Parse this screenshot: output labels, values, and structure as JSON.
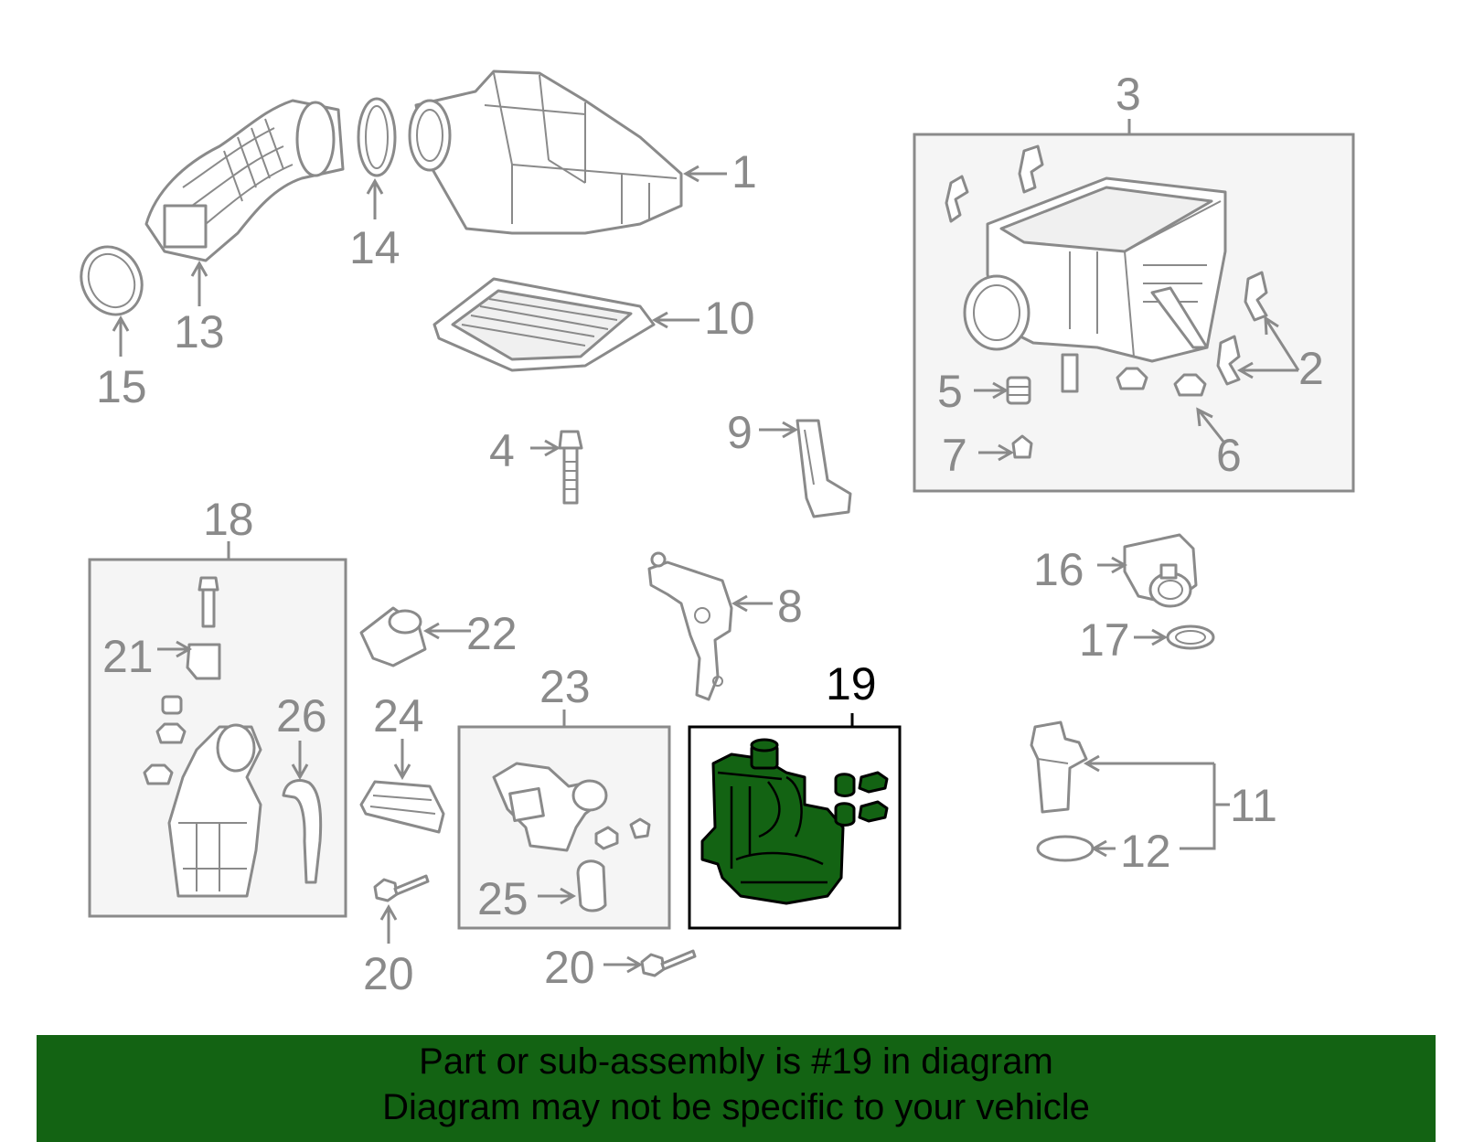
{
  "highlight_color": "#136313",
  "label_color": "#8a8a8a",
  "labels": {
    "p1": "1",
    "p2": "2",
    "p3": "3",
    "p4": "4",
    "p5": "5",
    "p6": "6",
    "p7": "7",
    "p8": "8",
    "p9": "9",
    "p10": "10",
    "p11": "11",
    "p12": "12",
    "p13": "13",
    "p14": "14",
    "p15": "15",
    "p16": "16",
    "p17": "17",
    "p18": "18",
    "p19": "19",
    "p20a": "20",
    "p20b": "20",
    "p21": "21",
    "p22": "22",
    "p23": "23",
    "p24": "24",
    "p25": "25",
    "p26": "26"
  },
  "banner": {
    "line1": "Part or sub-assembly is #19 in diagram",
    "line2": "Diagram may not be specific to your vehicle"
  }
}
